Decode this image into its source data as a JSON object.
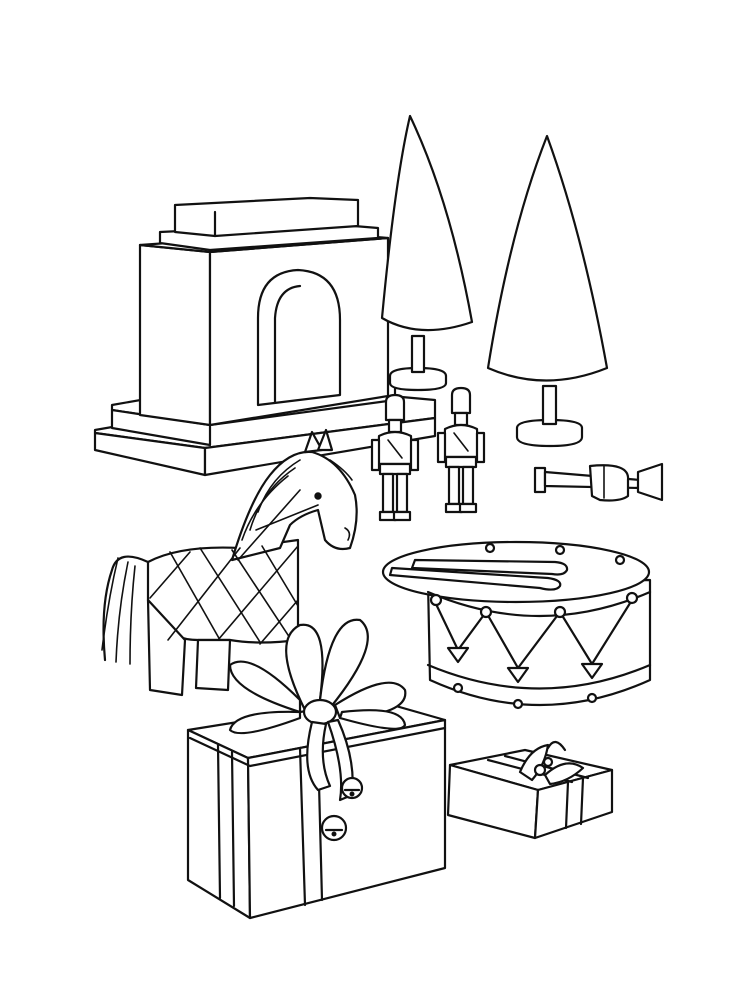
{
  "page": {
    "background": "#ffffff",
    "line_color": "#111111"
  },
  "illustration": {
    "style": "coloring-page-line-art",
    "objects": [
      "toy-fireplace",
      "cone-tree-left",
      "cone-tree-right",
      "toy-soldier-left",
      "toy-soldier-right",
      "toy-trumpet",
      "rocking-horse",
      "toy-drum",
      "drumsticks",
      "large-gift-box",
      "gift-bow",
      "jingle-bells",
      "small-gift-box",
      "holly-sprig"
    ]
  }
}
